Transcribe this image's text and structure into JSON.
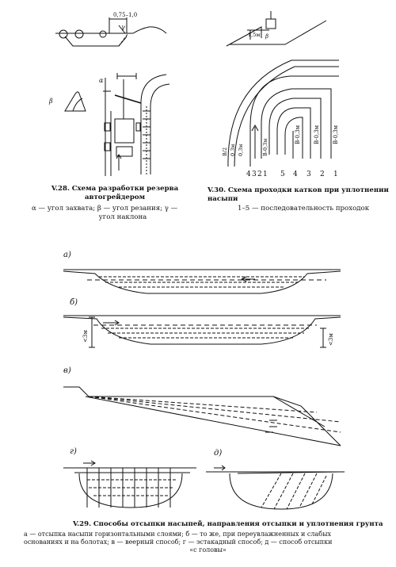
{
  "fig28": {
    "number": "V.28.",
    "title": "Схема разработки резерва автогрейдером",
    "legend_line1": "α — угол захвата; β — угол резания; γ —",
    "legend_line2": "угол наклона",
    "dim_label": "0,75–1,0",
    "alpha": "α",
    "beta": "β",
    "gamma": "γ"
  },
  "fig30": {
    "number": "V.30.",
    "title": "Схема проходки катков при уплотнении насыпи",
    "legend": "1–5 — последовательность проходок",
    "top_label": "1,5м",
    "beta": "β",
    "offsets_left": [
      "В/2",
      "0,3м",
      "0,3м",
      "В-0,3м"
    ],
    "offsets_right": [
      "В-0,3м",
      "В-0,3м",
      "В-0,3м"
    ],
    "numbers": [
      "4",
      "3",
      "2",
      "1",
      "5",
      "4",
      "3",
      "2",
      "1"
    ]
  },
  "fig29": {
    "number": "V.29.",
    "title": "Способы отсыпки насыпей, направления отсыпки и уплотнения грунта",
    "legend_line1": "а — отсыпка насыпи горизонтальными слоями; б — то же, при переувлажненных и слабых",
    "legend_line2": "основаниях и на болотах; в — веерный способ; г — эстакадный способ; д — способ отсыпки",
    "legend_line3": "«с головы»",
    "labels": [
      "а)",
      "б)",
      "в)",
      "г)",
      "д)"
    ],
    "dim_left": "<3м",
    "dim_right": "<3м"
  }
}
